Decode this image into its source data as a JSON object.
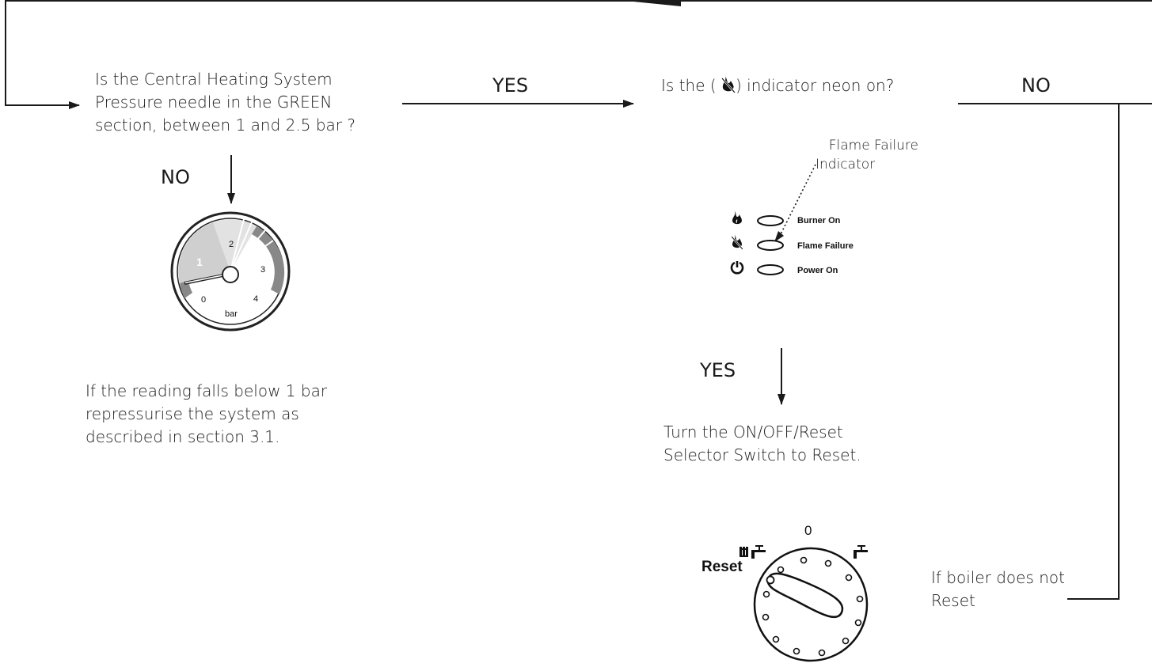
{
  "question_pressure": {
    "lines": [
      "Is the Central Heating System",
      "Pressure needle in the GREEN",
      "section, between 1 and 2.5 bar ?"
    ]
  },
  "question_neon": {
    "prefix": "Is the ( ",
    "suffix": ") indicator neon on?",
    "icon": "flame-failure-icon"
  },
  "branch_labels": {
    "yes_top": "YES",
    "no_top": "NO",
    "no_left": "NO",
    "yes_middle": "YES"
  },
  "pressure_gauge": {
    "ticks": [
      "0",
      "1",
      "2",
      "3",
      "4"
    ],
    "unit": "bar",
    "needle_value": 0.8
  },
  "repressurise_note": {
    "lines": [
      "If the reading falls below 1 bar",
      "repressurise the system as",
      "described in section 3.1."
    ]
  },
  "indicator_panel": {
    "callout_lines": [
      "Flame Failure",
      "Indicator"
    ],
    "rows": [
      {
        "icon": "flame-icon",
        "label": "Burner On"
      },
      {
        "icon": "flame-failure-icon",
        "label": "Flame Failure"
      },
      {
        "icon": "power-icon",
        "label": "Power On"
      }
    ]
  },
  "reset_instruction": {
    "lines": [
      "Turn the ON/OFF/Reset",
      "Selector Switch to Reset."
    ]
  },
  "selector_switch": {
    "zero_label": "0",
    "reset_label": "Reset",
    "left_icon": "radiator-tap-icon",
    "right_icon": "tap-icon"
  },
  "not_reset_note": {
    "lines": [
      "If boiler does not",
      "Reset"
    ]
  }
}
